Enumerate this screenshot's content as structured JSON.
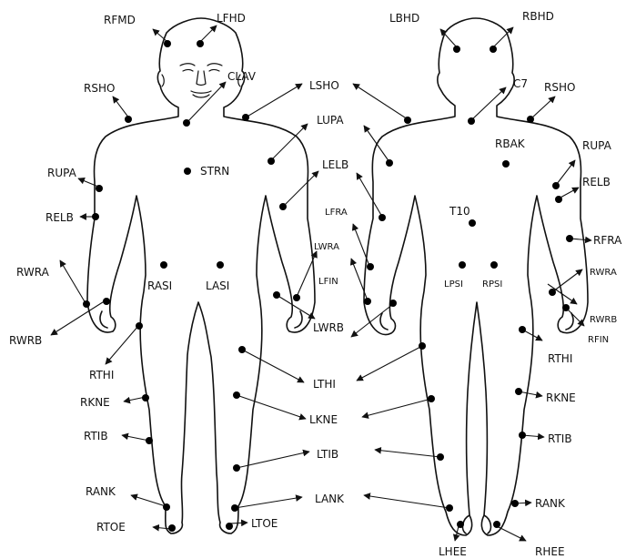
{
  "front_labels": {
    "RFMD": "RFMD",
    "LFHD": "LFHD",
    "CLAV": "CLAV",
    "RSHO": "RSHO",
    "STRN": "STRN",
    "RUPA": "RUPA",
    "RELB": "RELB",
    "RASI": "RASI",
    "LASI": "LASI",
    "RWRA": "RWRA",
    "RWRB": "RWRB",
    "RTHI": "RTHI",
    "RKNE": "RKNE",
    "RTIB": "RTIB",
    "RANK": "RANK",
    "RTOE": "RTOE",
    "LTOE": "LTOE"
  },
  "center_labels": {
    "LSHO": "LSHO",
    "LUPA": "LUPA",
    "LELB": "LELB",
    "LFRA": "LFRA",
    "LWRA": "LWRA",
    "LFIN": "LFIN",
    "LWRB": "LWRB",
    "LTHI": "LTHI",
    "LKNE": "LKNE",
    "LTIB": "LTIB",
    "LANK": "LANK"
  },
  "back_labels": {
    "LBHD": "LBHD",
    "RBHD": "RBHD",
    "C7": "C7",
    "RSHO": "RSHO",
    "RBAK": "RBAK",
    "RUPA": "RUPA",
    "RELB": "RELB",
    "T10": "T10",
    "RFRA": "RFRA",
    "LPSI": "LPSI",
    "RPSI": "RPSI",
    "RWRA": "RWRA",
    "RWRB": "RWRB",
    "RFIN": "RFIN",
    "RTHI": "RTHI",
    "RKNE": "RKNE",
    "RTIB": "RTIB",
    "RANK": "RANK",
    "LHEE": "LHEE",
    "RHEE": "RHEE"
  }
}
